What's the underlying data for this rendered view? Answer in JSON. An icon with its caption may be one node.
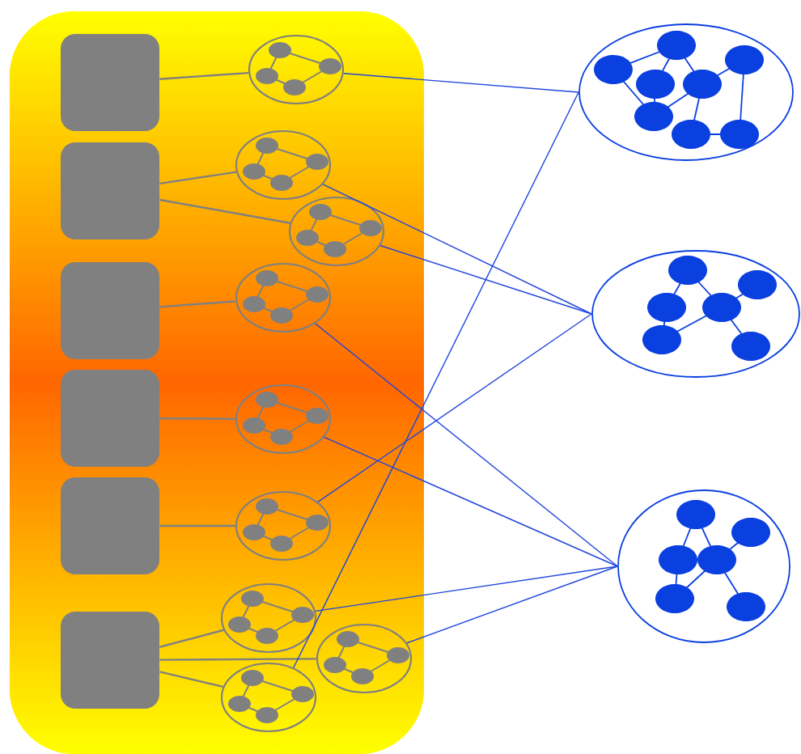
{
  "diagram": {
    "nodes": [
      {
        "text": [],
        "shape": "box"
      },
      {
        "text": [],
        "shape": "box",
        "in": 0
      },
      {
        "text": [],
        "shape": "box",
        "in": 0
      },
      {
        "text": [],
        "shape": "box",
        "in": 0
      },
      {
        "text": [],
        "shape": "box",
        "in": 0
      },
      {
        "text": [],
        "shape": "box",
        "in": 0
      },
      {
        "text": [],
        "shape": "box",
        "in": 0
      },
      {
        "text": [],
        "shape": "ellipse",
        "in": 0
      },
      {
        "text": [],
        "shape": "ellipse",
        "in": 0
      },
      {
        "text": [],
        "shape": "ellipse",
        "in": 0
      },
      {
        "text": [],
        "shape": "ellipse",
        "in": 0
      },
      {
        "text": [],
        "shape": "ellipse",
        "in": 0
      },
      {
        "text": [],
        "shape": "ellipse",
        "in": 0
      },
      {
        "text": [],
        "shape": "ellipse",
        "in": 0
      },
      {
        "text": [],
        "shape": "ellipse",
        "in": 0
      },
      {
        "text": [],
        "shape": "ellipse",
        "in": 0
      },
      {
        "text": [],
        "shape": "ellipse"
      },
      {
        "text": [],
        "shape": "ellipse"
      },
      {
        "text": [],
        "shape": "ellipse"
      }
    ],
    "edges": [
      {
        "from": 1,
        "to": 7,
        "arrow": "none",
        "color": "#808080"
      },
      {
        "from": 2,
        "to": 8,
        "arrow": "none",
        "color": "#808080"
      },
      {
        "from": 2,
        "to": 9,
        "arrow": "none",
        "color": "#808080"
      },
      {
        "from": 3,
        "to": 10,
        "arrow": "none",
        "color": "#808080"
      },
      {
        "from": 4,
        "to": 11,
        "arrow": "none",
        "color": "#808080"
      },
      {
        "from": 5,
        "to": 12,
        "arrow": "none",
        "color": "#808080"
      },
      {
        "from": 6,
        "to": 13,
        "arrow": "none",
        "color": "#808080"
      },
      {
        "from": 6,
        "to": 14,
        "arrow": "none",
        "color": "#808080"
      },
      {
        "from": 6,
        "to": 15,
        "arrow": "none",
        "color": "#808080"
      },
      {
        "from": 7,
        "to": 16,
        "arrow": "none",
        "color": "#1f45dd"
      },
      {
        "from": 8,
        "to": 17,
        "arrow": "none",
        "color": "#1f45dd"
      },
      {
        "from": 9,
        "to": 17,
        "arrow": "none",
        "color": "#1f45dd"
      },
      {
        "from": 10,
        "to": 18,
        "arrow": "none",
        "color": "#1f45dd"
      },
      {
        "from": 11,
        "to": 18,
        "arrow": "none",
        "color": "#1f45dd"
      },
      {
        "from": 12,
        "to": 17,
        "arrow": "none",
        "color": "#1f45dd"
      },
      {
        "from": 13,
        "to": 18,
        "arrow": "none",
        "color": "#1f45dd"
      },
      {
        "from": 14,
        "to": 18,
        "arrow": "none",
        "color": "#1f45dd"
      },
      {
        "from": 15,
        "to": 16,
        "arrow": "none",
        "color": "#1f45dd"
      }
    ]
  }
}
